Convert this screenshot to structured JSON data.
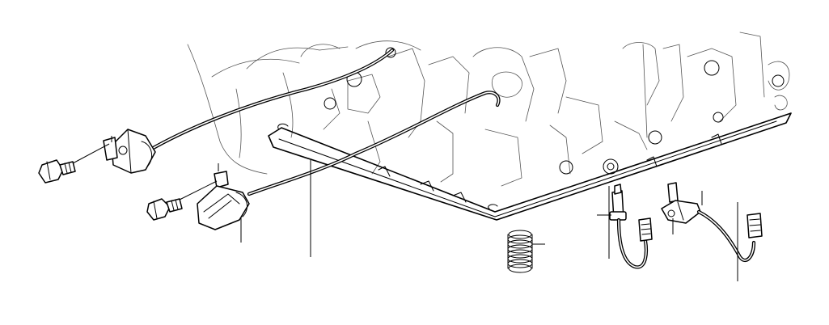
{
  "diagram": {
    "colors": {
      "line": "#000000",
      "background": "#ffffff"
    },
    "parts": [
      {
        "name": "speed-sensor-left"
      },
      {
        "name": "speed-sensor-right"
      },
      {
        "name": "mounting-bolt-left"
      },
      {
        "name": "mounting-bolt-right"
      },
      {
        "name": "compression-spring"
      },
      {
        "name": "temperature-sensor"
      },
      {
        "name": "pressure-switch"
      },
      {
        "name": "oil-pan-gasket"
      }
    ]
  }
}
